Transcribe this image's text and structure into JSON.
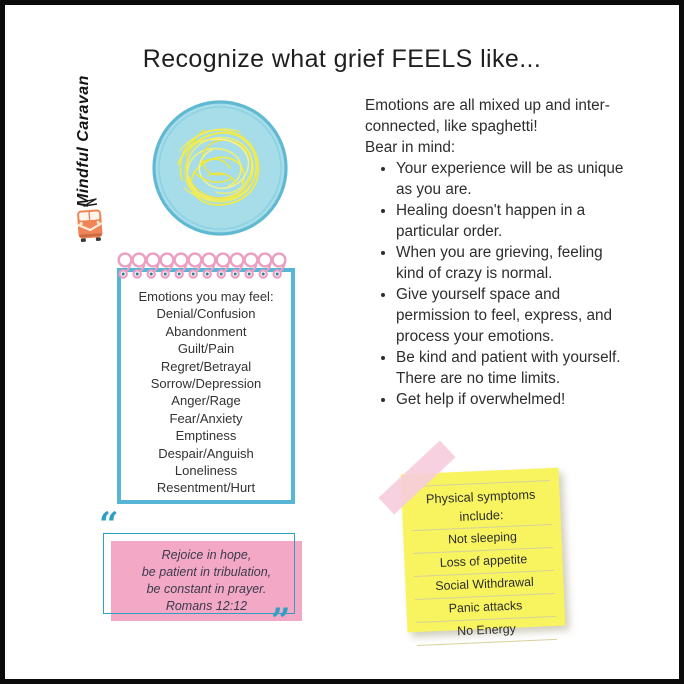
{
  "title": "Recognize what grief FEELS like...",
  "brand": {
    "name": "Mindful Caravan"
  },
  "intro": {
    "text1": "Emotions are all mixed up and inter-connected, like spaghetti!",
    "text2": "Bear in mind:"
  },
  "bullets": [
    "Your experience will be as unique as you are.",
    "Healing doesn't happen in a particular order.",
    "When you are grieving, feeling kind of crazy is normal.",
    "Give yourself space and permission to feel, express, and process your emotions.",
    "Be kind and patient with yourself. There are no time limits.",
    "Get help if overwhelmed!"
  ],
  "notepad": {
    "heading": "Emotions you may feel:",
    "items": [
      "Denial/Confusion",
      "Abandonment",
      "Guilt/Pain",
      "Regret/Betrayal",
      "Sorrow/Depression",
      "Anger/Rage",
      "Fear/Anxiety",
      "Emptiness",
      "Despair/Anguish",
      "Loneliness",
      "Resentment/Hurt"
    ]
  },
  "quote": {
    "open_glyph": "“",
    "close_glyph": "”",
    "lines": [
      "Rejoice in hope,",
      "be patient in tribulation,",
      "be constant in prayer.",
      "Romans 12:12"
    ]
  },
  "sticky": {
    "heading": "Physical symptoms include:",
    "items": [
      "Not sleeping",
      "Loss of appetite",
      "Social Withdrawal",
      "Panic attacks",
      "No Energy"
    ]
  },
  "colors": {
    "frame_black": "#0b0b0b",
    "notepad_border": "#57b5d5",
    "spiral_pink": "#ec9fc0",
    "quote_pink": "#f3a9c5",
    "accent_teal": "#2f9fc4",
    "sticky_yellow": "#f8f45f",
    "tape_pink": "#f6cdda",
    "circle_fill": "#a7dce9",
    "circle_ring": "#5fb9d2",
    "scribble_yellow": "#f2eb3e",
    "van_orange": "#ee8457",
    "text_dark": "#2d2d2d"
  }
}
